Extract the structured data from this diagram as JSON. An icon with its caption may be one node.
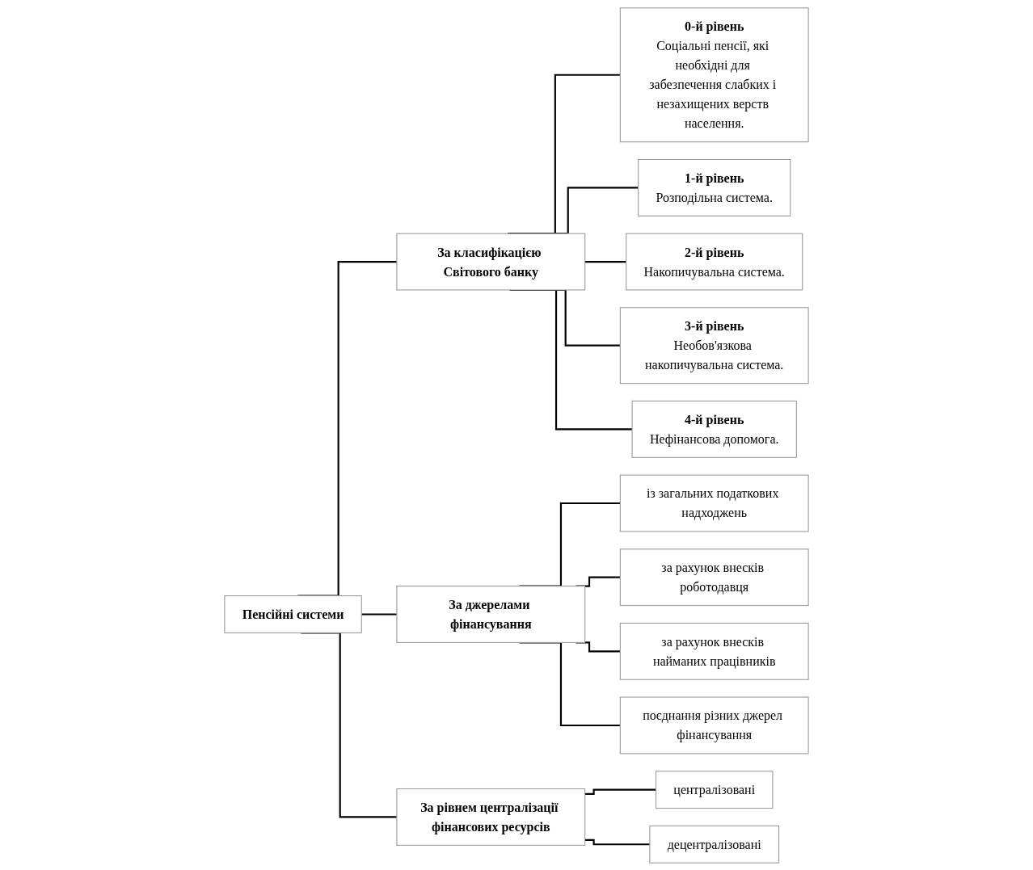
{
  "diagram": {
    "nodes": [
      {
        "text": [
          "Пенсійні системи"
        ]
      },
      {
        "text": [
          "За класифікацією Світового банку"
        ]
      },
      {
        "text": [
          "За джерелами фінансування"
        ]
      },
      {
        "text": [
          "За рівнем централізації фінансових ресурсів"
        ]
      },
      {
        "text": [
          "0-й рівень",
          "Соціальні пенсії, які необхідні для забезпечення слабких і незахищених верств населення."
        ]
      },
      {
        "text": [
          "1-й рівень",
          "Розподільна система."
        ]
      },
      {
        "text": [
          "2-й рівень",
          "Накопичувальна система."
        ]
      },
      {
        "text": [
          "3-й рівень",
          "Необов'язкова накопичувальна система."
        ]
      },
      {
        "text": [
          "4-й рівень",
          "Нефінансова допомога."
        ]
      },
      {
        "text": [
          "із загальних податкових надходжень"
        ]
      },
      {
        "text": [
          "за рахунок внесків роботодавця"
        ]
      },
      {
        "text": [
          "за рахунок внесків найманих працівників"
        ]
      },
      {
        "text": [
          "поєднання різних джерел фінансування"
        ]
      },
      {
        "text": [
          "централізовані"
        ]
      },
      {
        "text": [
          "децентралізовані"
        ]
      }
    ],
    "edges": [
      {
        "from": 0,
        "to": 1,
        "arrow": "none"
      },
      {
        "from": 0,
        "to": 2,
        "arrow": "none"
      },
      {
        "from": 0,
        "to": 3,
        "arrow": "none"
      },
      {
        "from": 1,
        "to": 4,
        "arrow": "none"
      },
      {
        "from": 1,
        "to": 5,
        "arrow": "none"
      },
      {
        "from": 1,
        "to": 6,
        "arrow": "none"
      },
      {
        "from": 1,
        "to": 7,
        "arrow": "none"
      },
      {
        "from": 1,
        "to": 8,
        "arrow": "none"
      },
      {
        "from": 2,
        "to": 9,
        "arrow": "none"
      },
      {
        "from": 2,
        "to": 10,
        "arrow": "none"
      },
      {
        "from": 2,
        "to": 11,
        "arrow": "none"
      },
      {
        "from": 2,
        "to": 12,
        "arrow": "none"
      },
      {
        "from": 3,
        "to": 13,
        "arrow": "none"
      },
      {
        "from": 3,
        "to": 14,
        "arrow": "none"
      }
    ]
  }
}
